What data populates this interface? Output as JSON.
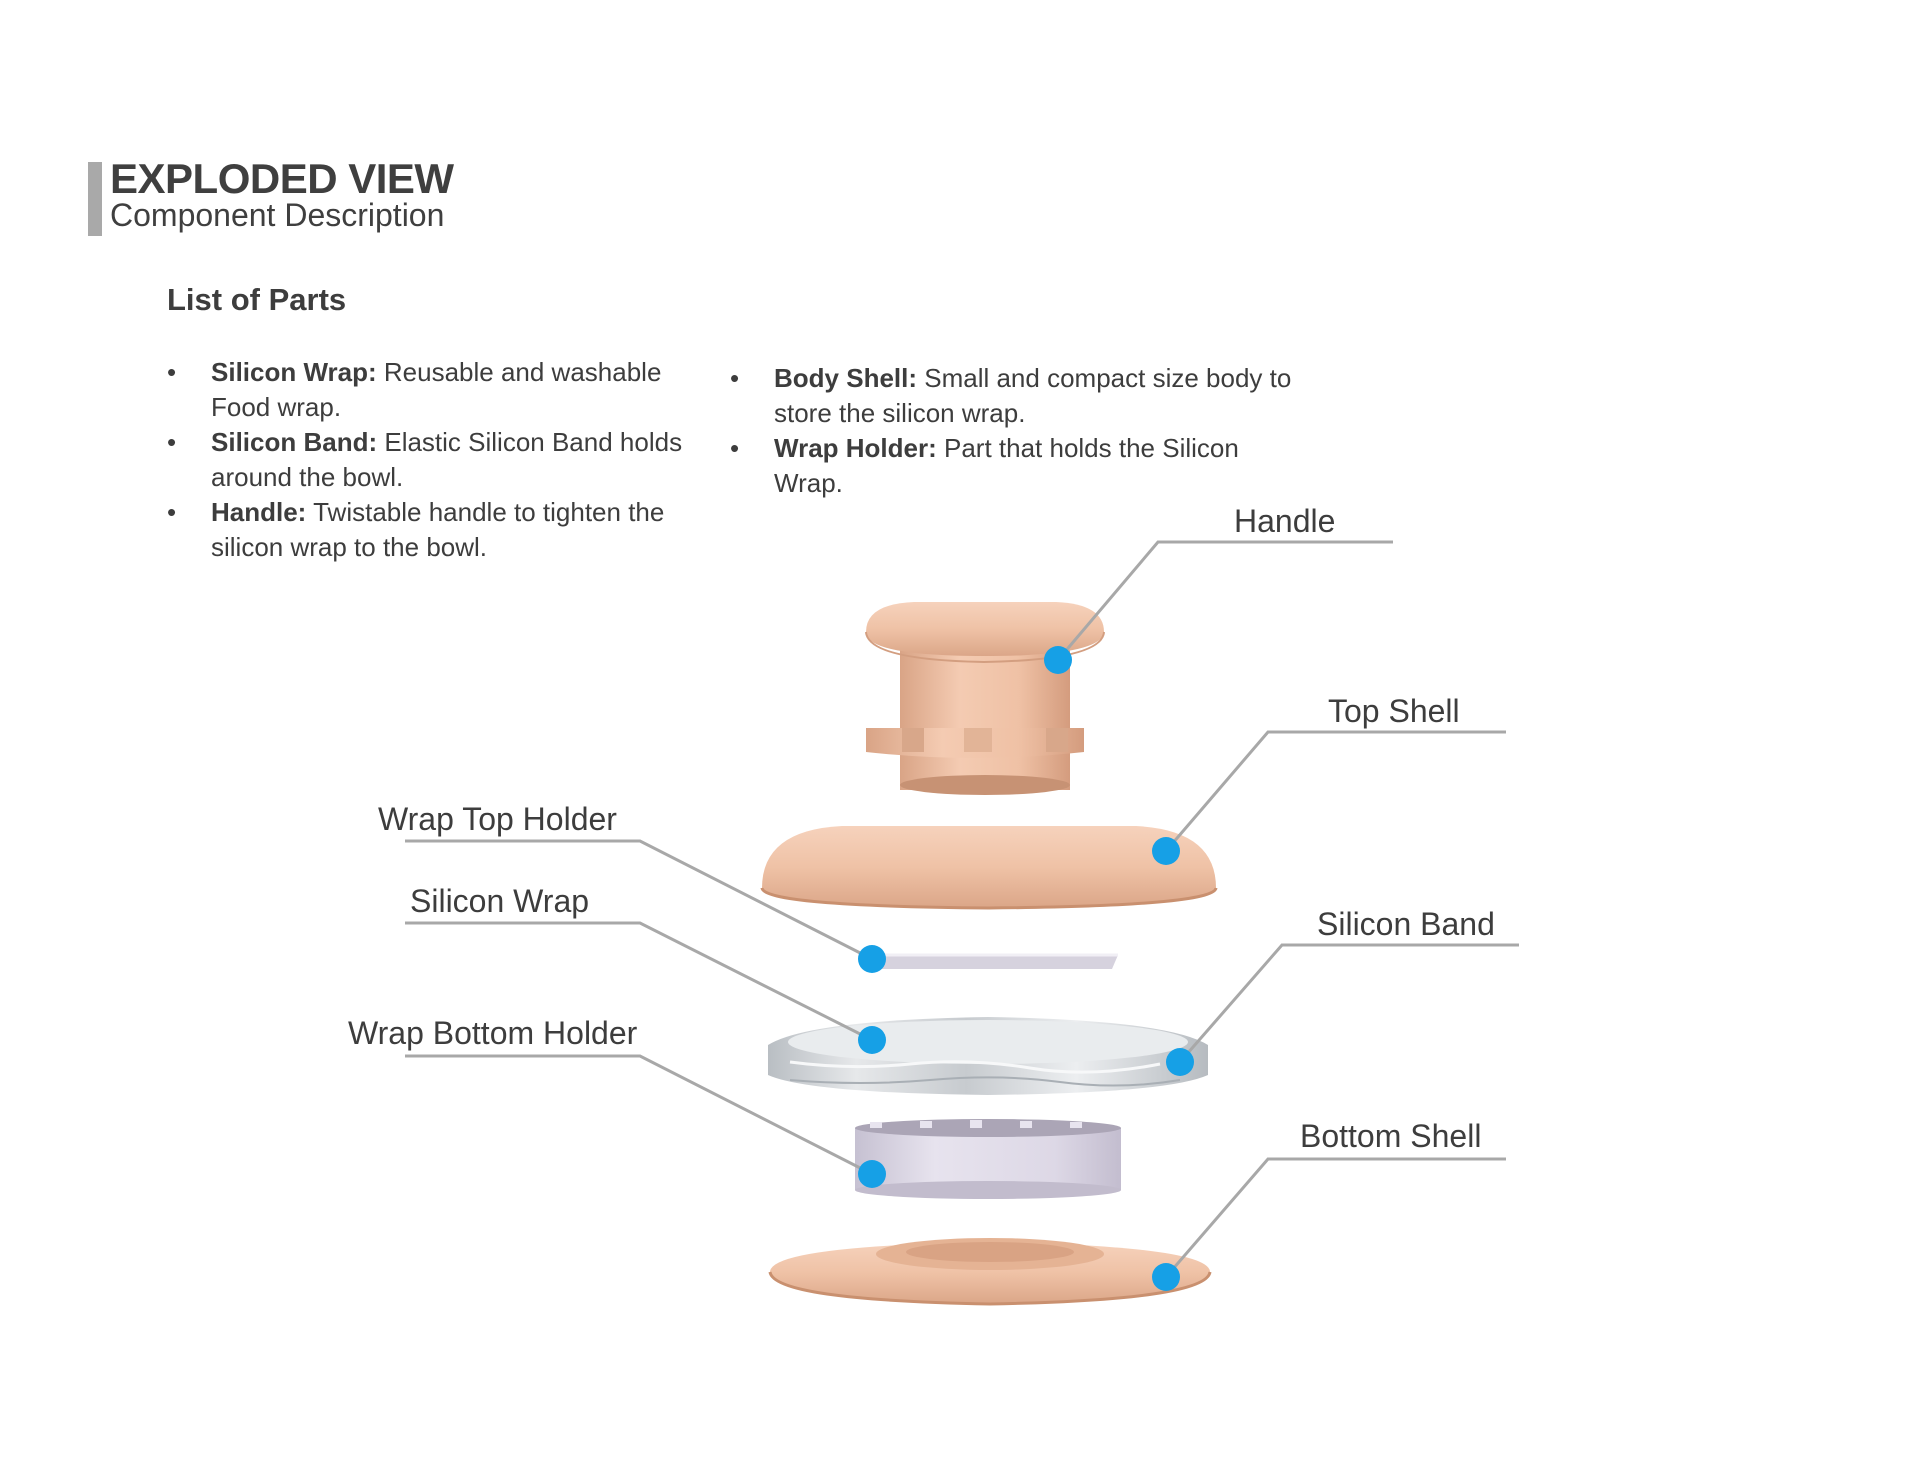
{
  "header": {
    "title": "EXPLODED VIEW",
    "subtitle": "Component Description"
  },
  "list_heading": "List of Parts",
  "parts_left": [
    {
      "term": "Silicon Wrap:",
      "desc": " Reusable and washable Food wrap."
    },
    {
      "term": "Silicon Band:",
      "desc": " Elastic Silicon Band holds around the bowl."
    },
    {
      "term": "Handle:",
      "desc": " Twistable handle to tighten the silicon wrap to the bowl."
    }
  ],
  "parts_right": [
    {
      "term": "Body Shell:",
      "desc": " Small and compact size body to store the silicon wrap."
    },
    {
      "term": "Wrap Holder:",
      "desc": " Part that holds the Silicon Wrap."
    }
  ],
  "callouts": {
    "handle": "Handle",
    "top_shell": "Top Shell",
    "wrap_top_holder": "Wrap Top Holder",
    "silicon_wrap": "Silicon Wrap",
    "silicon_band": "Silicon Band",
    "wrap_bottom_holder": "Wrap Bottom Holder",
    "bottom_shell": "Bottom Shell"
  },
  "colors": {
    "shell": "#f1c4a9",
    "marker": "#16a0e6",
    "leader": "#a8a8a8",
    "holder": "#ddd8e6"
  }
}
